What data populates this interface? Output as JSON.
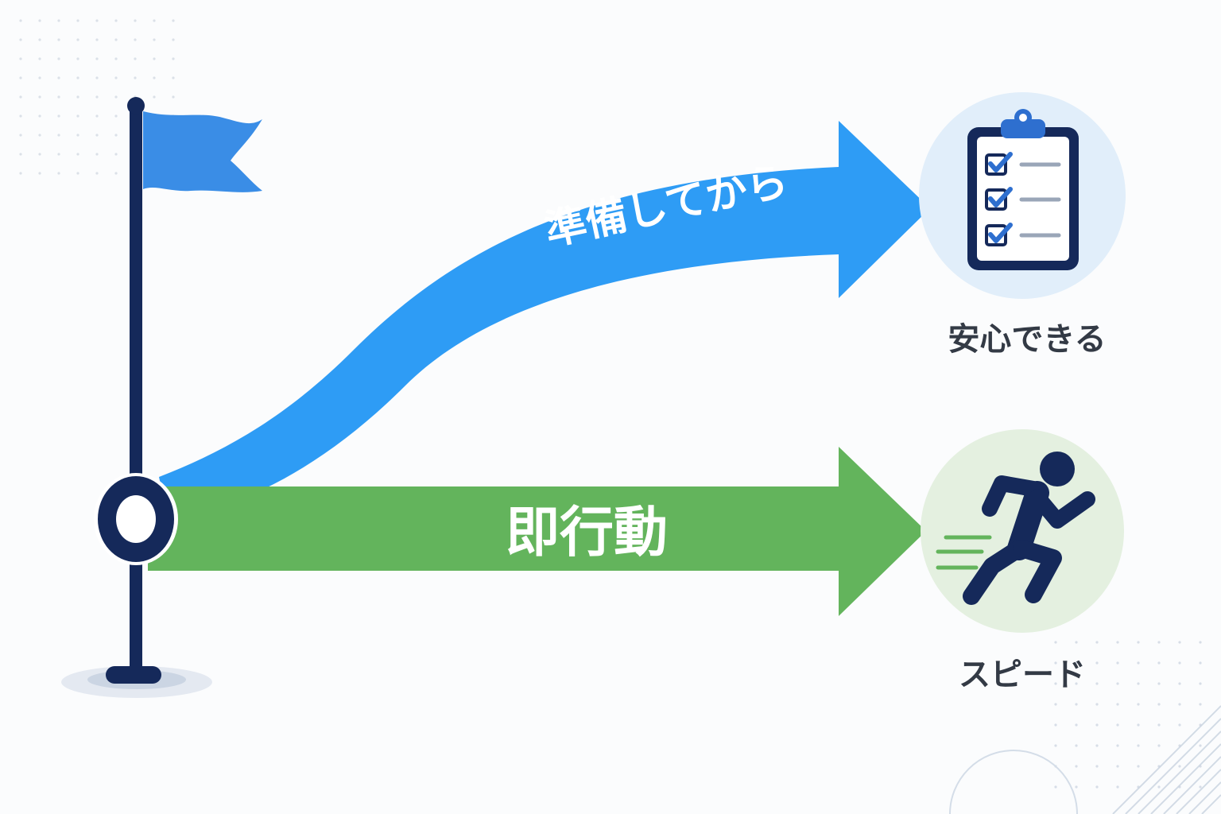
{
  "start_point": {
    "flag_color": "#3a8de6",
    "pole_color": "#15295a"
  },
  "paths": [
    {
      "id": "prepare",
      "label": "準備してから",
      "color": "#2e9cf5",
      "outcome": {
        "label": "安心できる",
        "icon": "clipboard-checklist-icon",
        "circle_color": "#e1eefa"
      }
    },
    {
      "id": "act",
      "label": "即行動",
      "color": "#63b45c",
      "outcome": {
        "label": "スピード",
        "icon": "running-person-icon",
        "circle_color": "#e4f0e0"
      }
    }
  ]
}
